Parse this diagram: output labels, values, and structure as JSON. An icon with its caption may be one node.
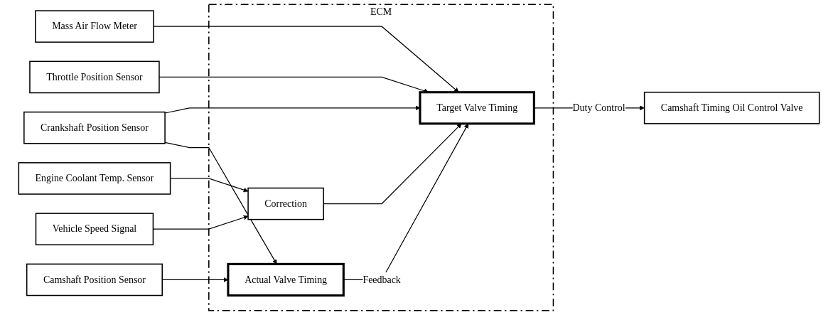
{
  "diagram": {
    "nodes": [
      {
        "text": [
          "ECM"
        ]
      },
      {
        "text": [
          "Crankshaft Position Sensor"
        ]
      },
      {
        "text": [
          "Mass Air Flow Meter"
        ]
      },
      {
        "text": [
          "Throttle Position Sensor"
        ]
      },
      {
        "text": [
          "Engine Coolant Temp. Sensor"
        ]
      },
      {
        "text": [
          "Camshaft Position Sensor"
        ]
      },
      {
        "text": [
          "Vehicle Speed Signal"
        ]
      },
      {
        "text": [
          "Target Valve Timing"
        ],
        "in": 0
      },
      {
        "text": [
          "Correction"
        ],
        "in": 0
      },
      {
        "text": [
          "Actual Valve Timing"
        ],
        "in": 0
      },
      {
        "text": [
          "Camshaft Timing Oil Control Valve"
        ]
      }
    ],
    "edges": [
      {
        "from": 1,
        "to": 7,
        "arrow": "to"
      },
      {
        "from": 2,
        "to": 7,
        "arrow": "to"
      },
      {
        "from": 3,
        "to": 7,
        "arrow": "to"
      },
      {
        "from": 4,
        "to": 8,
        "arrow": "to"
      },
      {
        "from": 6,
        "to": 8,
        "arrow": "to"
      },
      {
        "from": 1,
        "to": 9,
        "arrow": "to"
      },
      {
        "from": 5,
        "to": 9,
        "arrow": "to"
      },
      {
        "from": 8,
        "to": 7,
        "arrow": "to"
      },
      {
        "from": 9,
        "to": 7,
        "arrow": "to",
        "label": "Feedback"
      },
      {
        "from": 7,
        "to": 10,
        "arrow": "to",
        "label": "Duty Control"
      }
    ]
  }
}
